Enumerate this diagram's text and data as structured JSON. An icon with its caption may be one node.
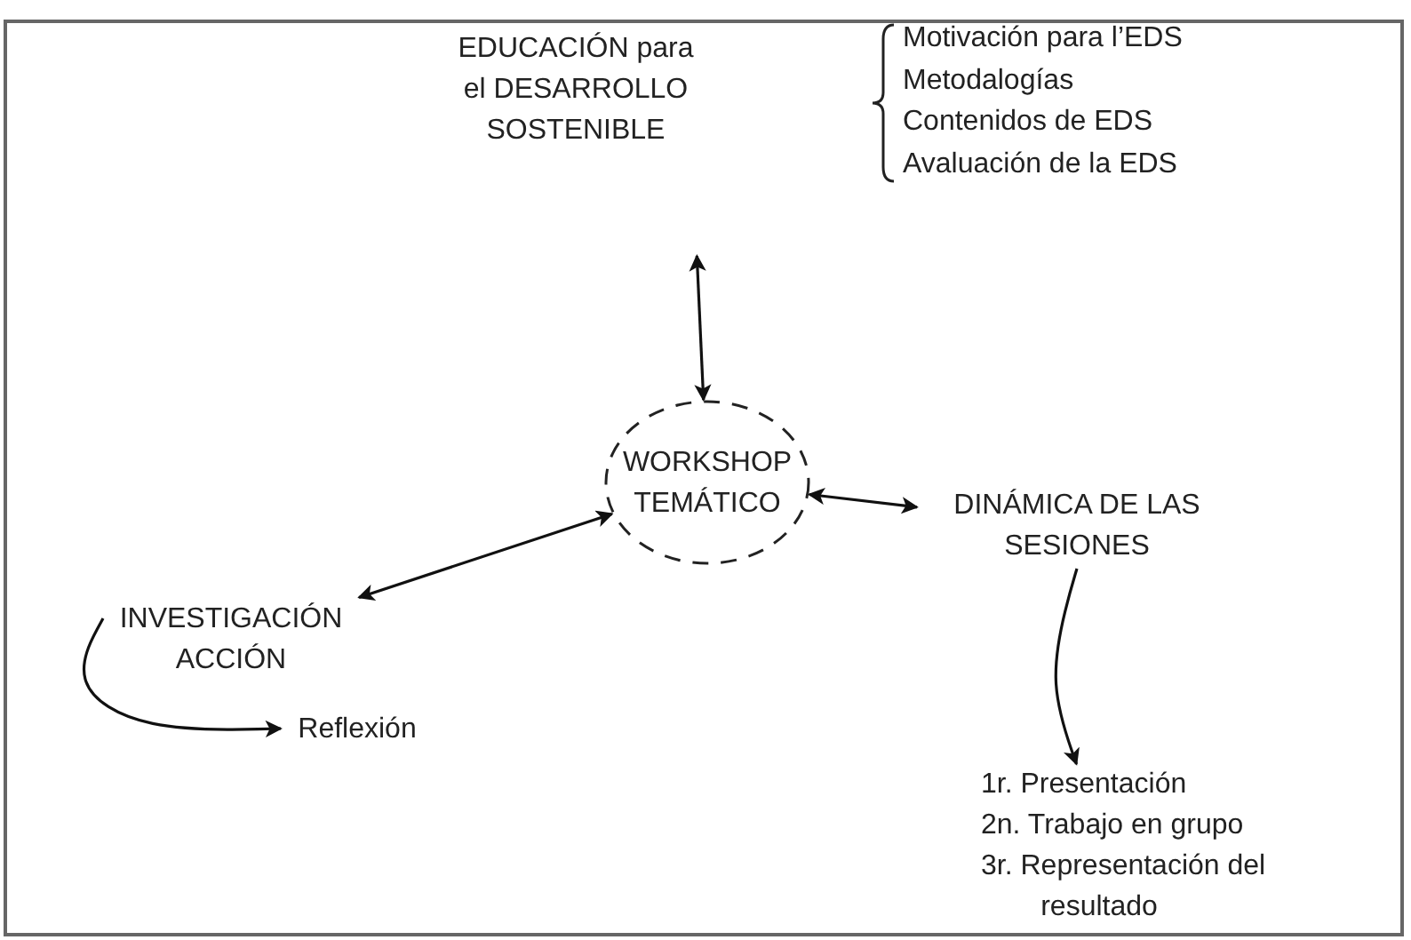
{
  "diagram": {
    "nodes": [
      {
        "text": [
          "EDUCACIÓN para el DESARROLLO SOSTENIBLE"
        ]
      },
      {
        "text": [
          "WORKSHOP TEMÁTICO"
        ]
      },
      {
        "text": [
          "INVESTIGACIÓN ACCIÓN"
        ]
      },
      {
        "text": [
          "Reflexión"
        ]
      },
      {
        "text": [
          "DINÁMICA DE LAS SESIONES"
        ]
      },
      {
        "text": [
          "1r. Presentación",
          "2n. Trabajo en grupo",
          "3r. Representación del resultado"
        ]
      }
    ],
    "edges": [
      {
        "from": 0,
        "to": 1,
        "arrow": "both"
      },
      {
        "from": 2,
        "to": 1,
        "arrow": "both"
      },
      {
        "from": 1,
        "to": 4,
        "arrow": "both"
      },
      {
        "from": 2,
        "to": 3,
        "arrow": "to"
      },
      {
        "from": 4,
        "to": 5,
        "arrow": "to"
      }
    ],
    "labels": [
      "Motivación para l’EDS",
      "Metodalogías",
      "Contenidos de EDS",
      "Avaluación de la EDS"
    ]
  }
}
